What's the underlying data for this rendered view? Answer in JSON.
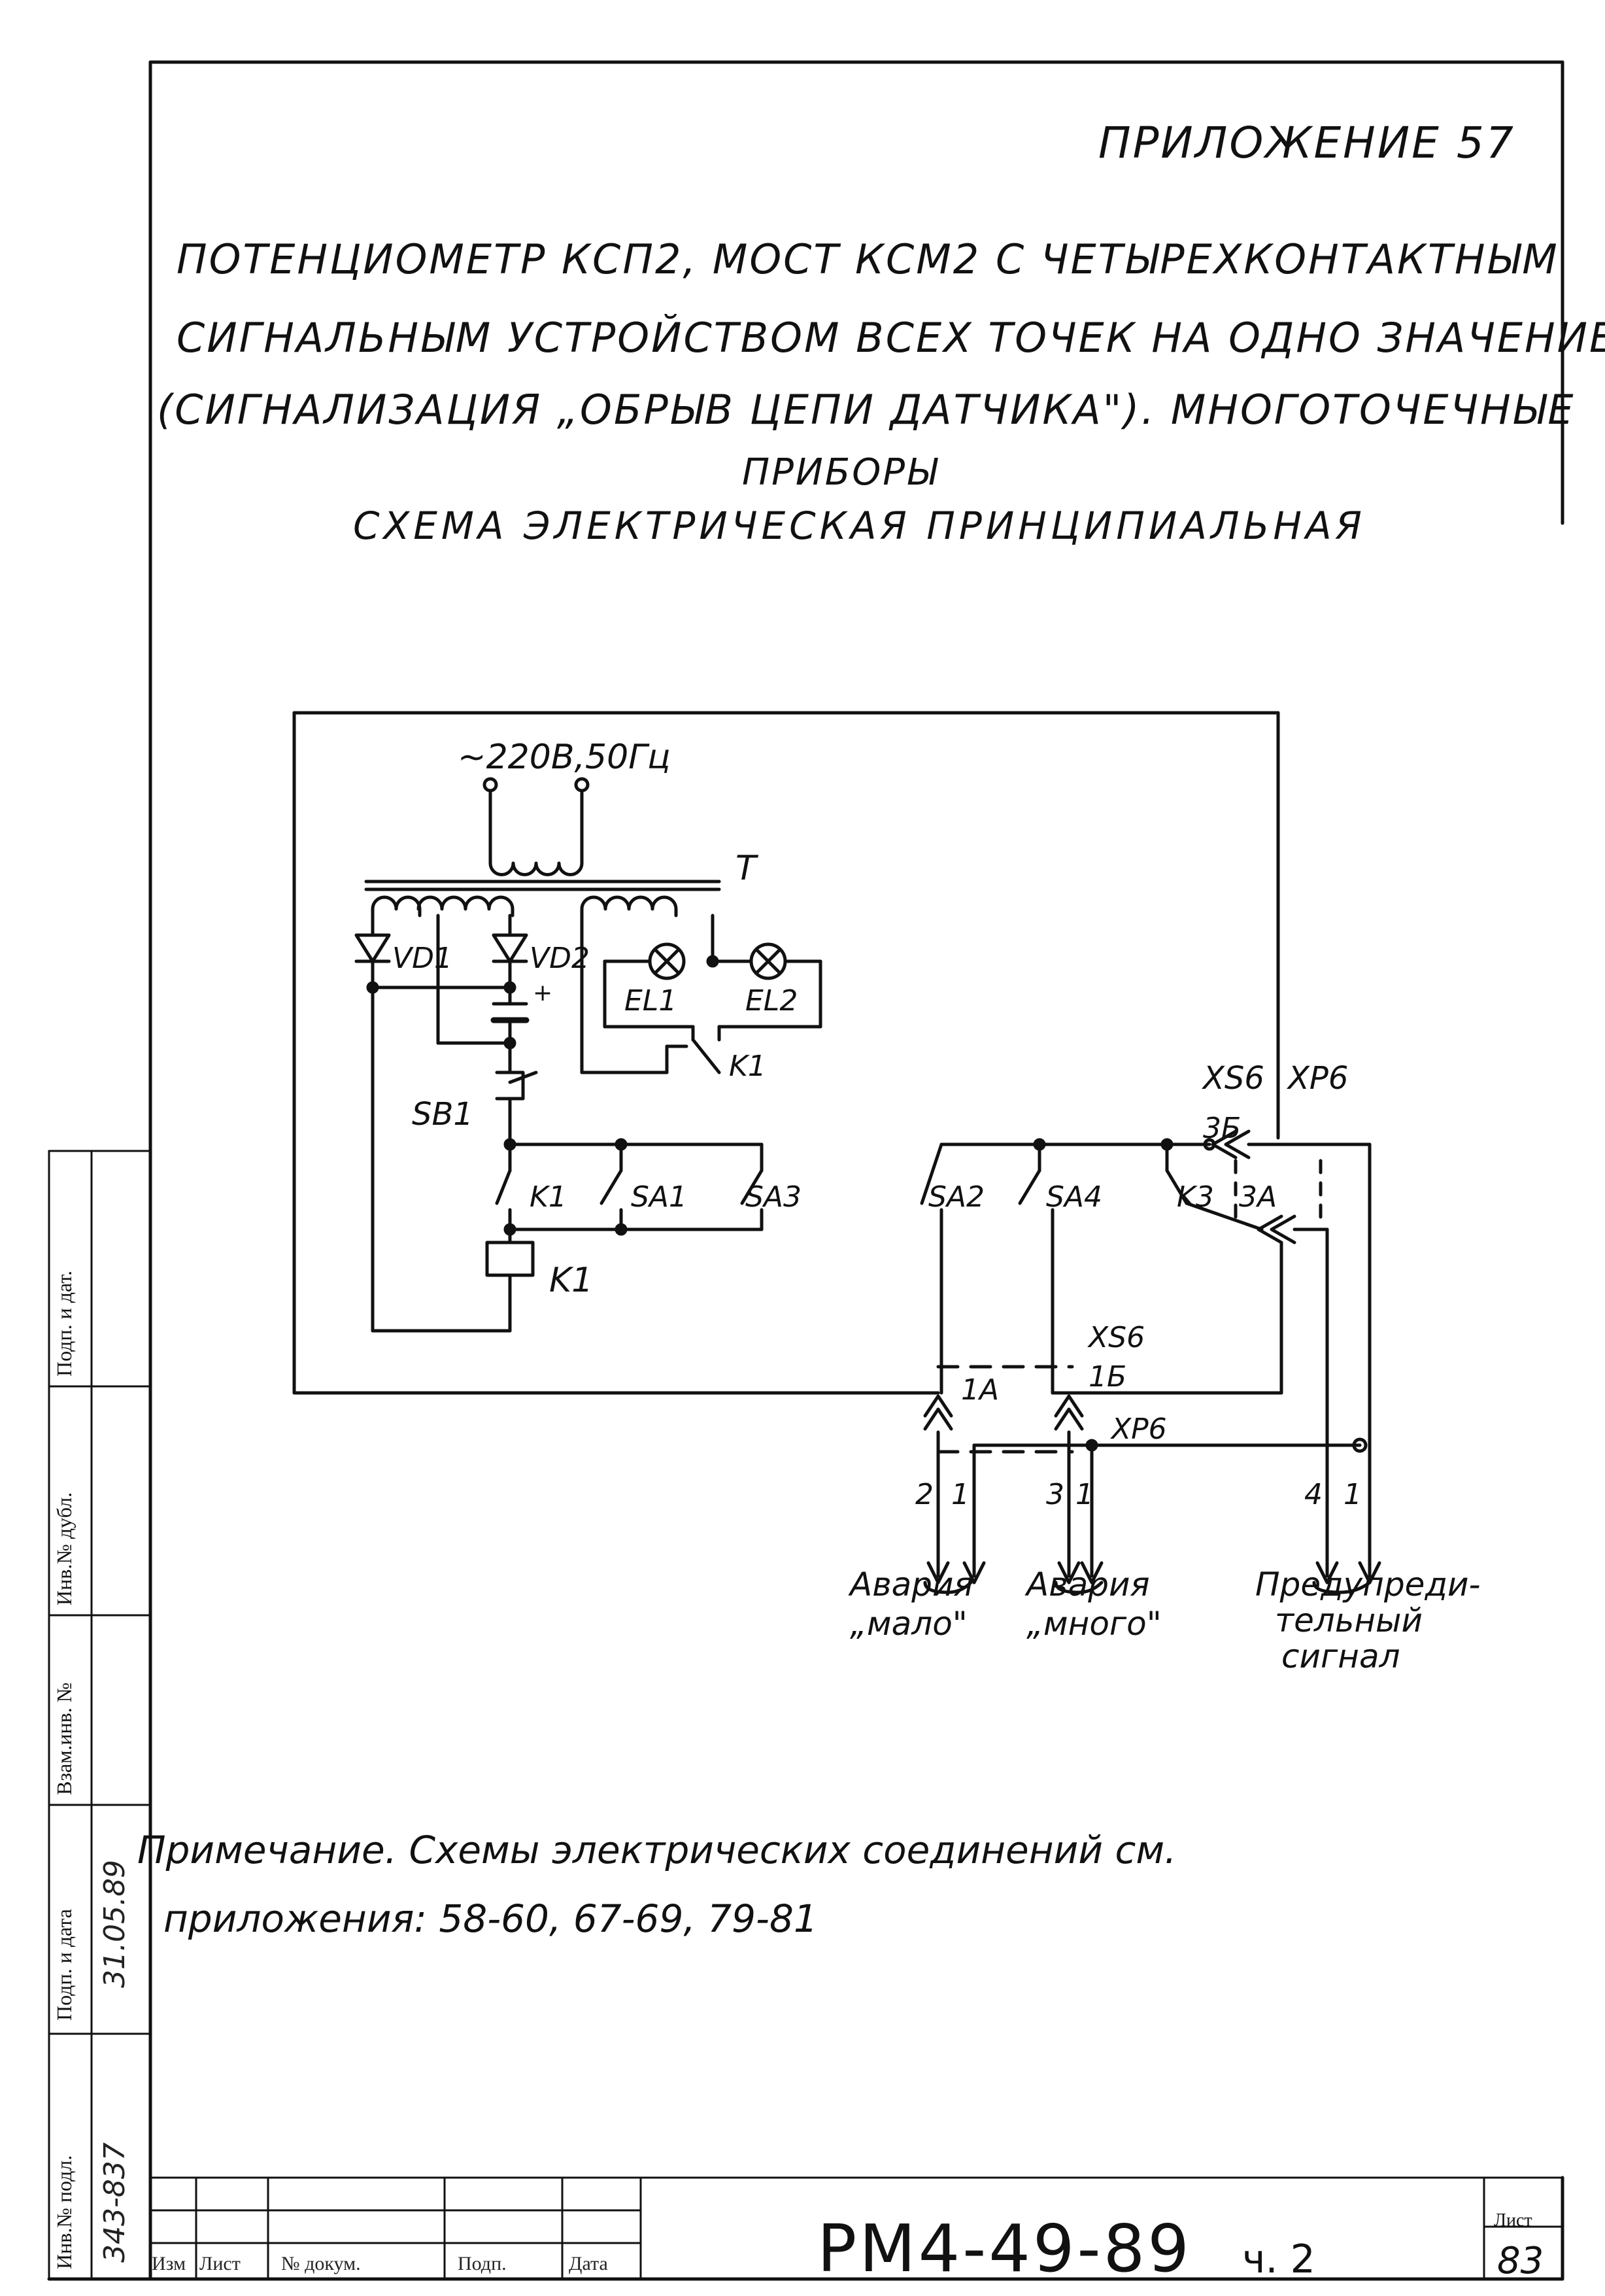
{
  "header": {
    "appendix": "ПРИЛОЖЕНИЕ 57"
  },
  "title": {
    "line1": "ПОТЕНЦИОМЕТР КСП2, МОСТ КСМ2 С ЧЕТЫРЕХКОНТАКТНЫМ",
    "line2": "СИГНАЛЬНЫМ УСТРОЙСТВОМ ВСЕХ ТОЧЕК НА ОДНО ЗНАЧЕНИЕ",
    "line3": "(СИГНАЛИЗАЦИЯ „ОБРЫВ ЦЕПИ ДАТЧИКА\"). МНОГОТОЧЕЧНЫЕ",
    "line4": "ПРИБОРЫ",
    "line5": "СХЕМА ЭЛЕКТРИЧЕСКАЯ ПРИНЦИПИАЛЬНАЯ"
  },
  "diagram": {
    "supply": "~220В,50Гц",
    "labels": {
      "T": "T",
      "VD1": "VD1",
      "VD2": "VD2",
      "EL1": "EL1",
      "EL2": "EL2",
      "K1_contact": "K1",
      "SB1": "SB1",
      "K1_switch": "K1",
      "SA1": "SA1",
      "SA3": "SA3",
      "K1_coil": "K1",
      "SA2": "SA2",
      "SA4": "SA4",
      "K3": "K3",
      "3A": "3А",
      "3B": "3Б",
      "XS6_top": "XS6",
      "XP6_top": "XP6",
      "XS6_bot": "XS6",
      "1B": "1Б",
      "1A": "1А",
      "XP6_bot": "XP6",
      "n2": "2",
      "n1a": "1",
      "n3": "3",
      "n1b": "1",
      "n4": "4",
      "n1c": "1",
      "plus": "+"
    },
    "outputs": {
      "low": [
        "Авария",
        "„мало\""
      ],
      "high": [
        "Авария",
        "„много\""
      ],
      "warn": [
        "Предупреди-",
        "тельный",
        "сигнал"
      ]
    }
  },
  "note": {
    "line1": "Примечание. Схемы электрических соединений    см.",
    "line2": "приложения:  58-60, 67-69, 79-81"
  },
  "side_stamp": {
    "labels": [
      "Инв.№ подл.",
      "Подп. и дата",
      "Взам.инв. №",
      "Инв.№ дубл.",
      "Подп. и дат."
    ],
    "inv_no": "343-837",
    "date": "31.05.89"
  },
  "title_block": {
    "columns": [
      "Изм",
      "Лист",
      "№ докум.",
      "Подп.",
      "Дата"
    ],
    "doc_number": "РМ4-49-89",
    "part": "ч. 2",
    "sheet_label": "Лист",
    "sheet_number": "83"
  }
}
